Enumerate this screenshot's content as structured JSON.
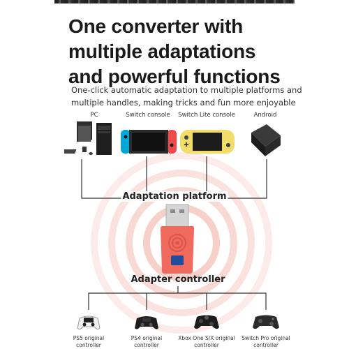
{
  "headline": {
    "line1": "One converter with",
    "line2": "multiple adaptations",
    "line3": "and powerful functions"
  },
  "subheadline": {
    "line1": "One-click automatic adaptation to multiple platforms and",
    "line2": "multiple handles, making tricks and fun more enjoyable"
  },
  "platforms": [
    {
      "label": "PC",
      "icon": "desktop-pc-icon"
    },
    {
      "label": "Switch console",
      "icon": "switch-console-icon"
    },
    {
      "label": "Switch Lite console",
      "icon": "switch-lite-icon"
    },
    {
      "label": "Android",
      "icon": "android-box-icon"
    }
  ],
  "adaptation_label": "Adaptation platform",
  "adapter_label": "Adapter controller",
  "controllers": [
    {
      "line1": "PS5 original",
      "line2": "controller",
      "icon": "ps5-controller-icon"
    },
    {
      "line1": "PS4 original",
      "line2": "controller",
      "icon": "ps4-controller-icon"
    },
    {
      "line1": "Xbox One S/X original",
      "line2": "controller",
      "icon": "xbox-controller-icon"
    },
    {
      "line1": "Switch Pro original",
      "line2": "controller",
      "icon": "switch-pro-controller-icon"
    }
  ],
  "colors": {
    "adapter": "#f06a5e",
    "button": "#1f4f9c",
    "rings": "#fbe4e1",
    "lines": "#333333"
  }
}
